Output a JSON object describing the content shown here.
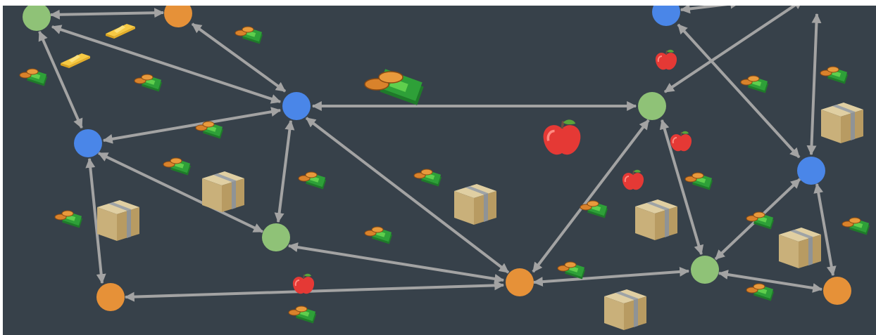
{
  "colors": {
    "background": "#37414a",
    "edge": "#a3a3a3",
    "node_green": "#8fc277",
    "node_blue": "#4a86e8",
    "node_orange": "#e69138"
  },
  "node_types": [
    "green",
    "blue",
    "orange"
  ],
  "item_types": [
    "money",
    "gold-bar",
    "apple",
    "box"
  ],
  "graph": {
    "node_count": 15,
    "edge_count": 25,
    "bidirectional_edges": true
  }
}
